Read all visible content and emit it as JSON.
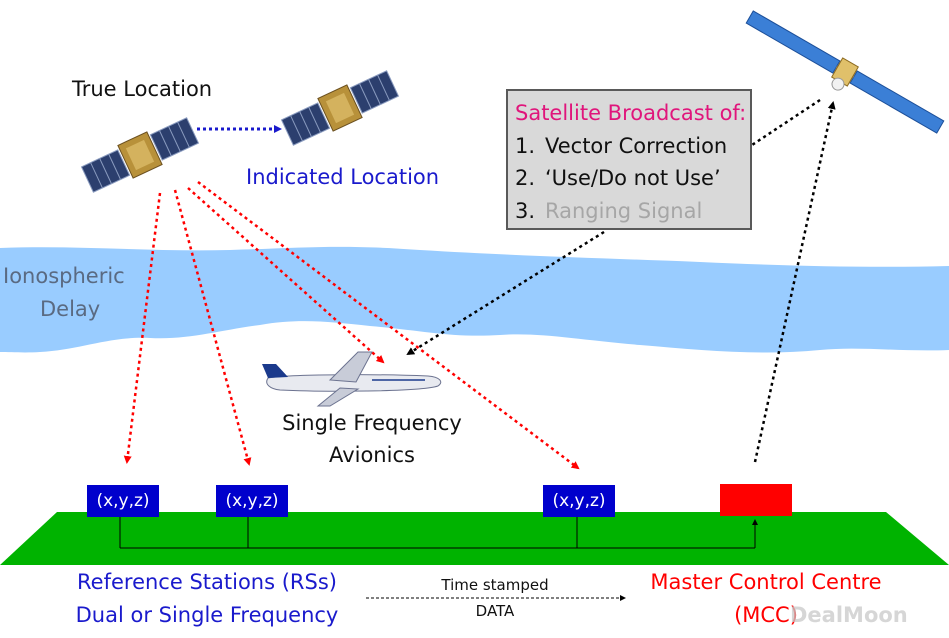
{
  "labels": {
    "true_location": "True Location",
    "indicated_location": "Indicated Location",
    "ionospheric_delay_line1": "Ionospheric",
    "ionospheric_delay_line2": "Delay",
    "avionics_line1": "Single Frequency",
    "avionics_line2": "Avionics",
    "reference_stations_line1": "Reference Stations (RSs)",
    "reference_stations_line2": "Dual or Single Frequency",
    "data_line1": "Time stamped",
    "data_line2": "DATA",
    "mcc_line1": "Master Control Centre",
    "mcc_line2": "(MCC)",
    "watermark": "DealMoon"
  },
  "broadcast": {
    "title": "Satellite Broadcast of:",
    "items": [
      {
        "num": "1.",
        "text": "Vector Correction"
      },
      {
        "num": "2.",
        "text": "‘Use/Do not Use’"
      },
      {
        "num": "3.",
        "text": "Ranging Signal"
      }
    ]
  },
  "stations": [
    {
      "label": "(x,y,z)"
    },
    {
      "label": "(x,y,z)"
    },
    {
      "label": "(x,y,z)"
    }
  ],
  "colors": {
    "link_red": "#ff0000",
    "indicated_blue": "#1a1acc",
    "label_blue": "#1a1acc",
    "mcc_red": "#ff0000",
    "cloud": "#99ccff",
    "ground": "#00b300",
    "broadcast_title": "#e0157b"
  },
  "icons": [
    "satellite-true-icon",
    "satellite-indicated-icon",
    "geo-satellite-icon",
    "airplane-icon"
  ]
}
